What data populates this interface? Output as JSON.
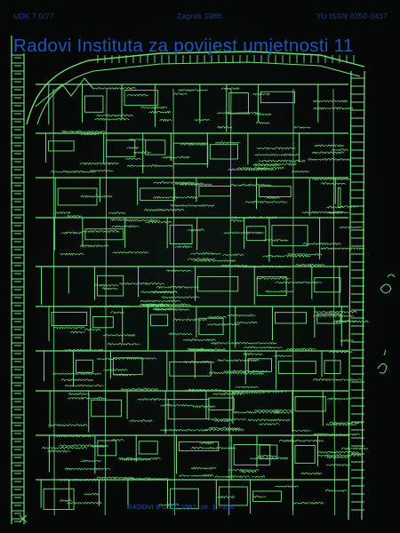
{
  "cover": {
    "udk": "UDK 7.0/77",
    "place_year": "Zagreb 1988.",
    "issn": "YU ISSN 0350-3437",
    "title": "Radovi Instituta za povijest umjetnosti 11",
    "footer_ref": "RADOVI IPU 11, 1987, str. 1—230",
    "accent_color": "#2153b8",
    "drawing_color": "#6fe07a",
    "background_color": "#050806"
  }
}
